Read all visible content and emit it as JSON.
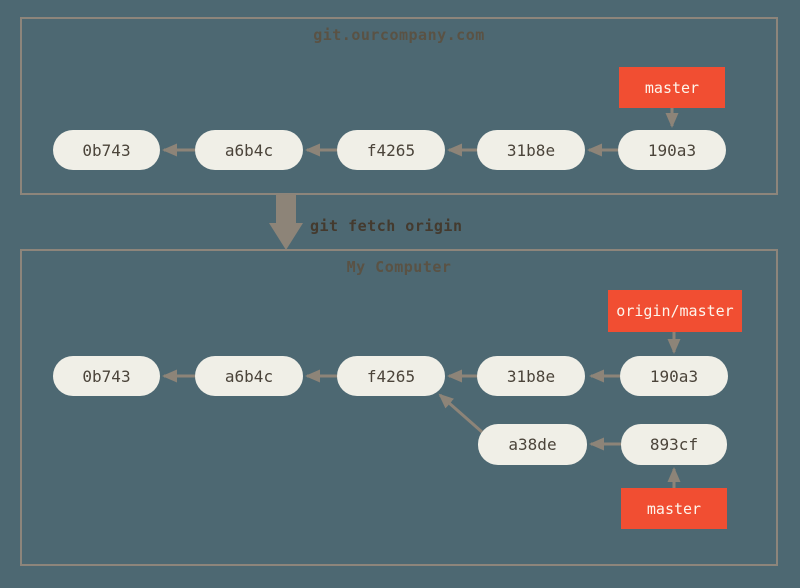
{
  "diagram": {
    "type": "git-commit-graph",
    "command_label": "git fetch origin",
    "remote": {
      "title": "git.ourcompany.com",
      "branch_label": "master",
      "commits": [
        "0b743",
        "a6b4c",
        "f4265",
        "31b8e",
        "190a3"
      ],
      "edges": [
        [
          "a6b4c",
          "0b743"
        ],
        [
          "f4265",
          "a6b4c"
        ],
        [
          "31b8e",
          "f4265"
        ],
        [
          "190a3",
          "31b8e"
        ],
        [
          "master",
          "190a3"
        ]
      ]
    },
    "local": {
      "title": "My Computer",
      "remote_tracking_label": "origin/master",
      "branch_label": "master",
      "mainline_commits": [
        "0b743",
        "a6b4c",
        "f4265",
        "31b8e",
        "190a3"
      ],
      "branch_commits": [
        "a38de",
        "893cf"
      ],
      "edges": [
        [
          "a6b4c",
          "0b743"
        ],
        [
          "f4265",
          "a6b4c"
        ],
        [
          "31b8e",
          "f4265"
        ],
        [
          "190a3",
          "31b8e"
        ],
        [
          "893cf",
          "a38de"
        ],
        [
          "a38de",
          "f4265"
        ],
        [
          "origin/master",
          "190a3"
        ],
        [
          "master",
          "893cf"
        ]
      ]
    },
    "colors": {
      "background": "#4d6872",
      "box_border": "#8d857b",
      "commit_fill": "#f0efe7",
      "commit_text": "#4b443a",
      "branch_fill": "#f14e32",
      "branch_text": "#fdf5ec",
      "arrow": "#8d8478",
      "title_text": "#5a5244",
      "command_text": "#443a2e"
    }
  }
}
